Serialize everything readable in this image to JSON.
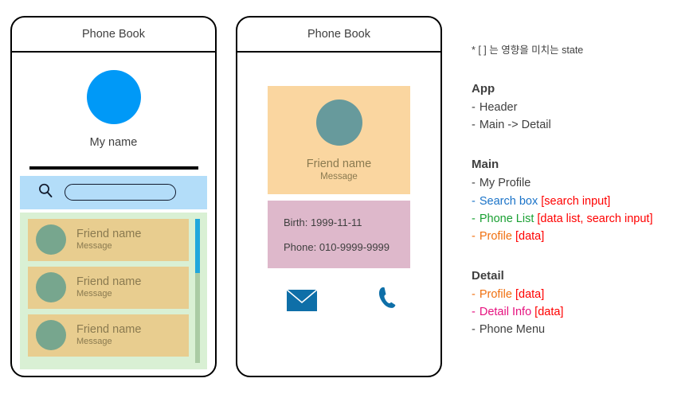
{
  "phones": {
    "main": {
      "header_title": "Phone Book",
      "my_profile": {
        "avatar_icon": "user-avatar-circle",
        "name": "My name"
      },
      "search": {
        "icon": "search-icon",
        "value": "",
        "placeholder": ""
      },
      "contacts": [
        {
          "avatar_icon": "contact-avatar-circle",
          "name": "Friend name",
          "message": "Message"
        },
        {
          "avatar_icon": "contact-avatar-circle",
          "name": "Friend name",
          "message": "Message"
        },
        {
          "avatar_icon": "contact-avatar-circle",
          "name": "Friend name",
          "message": "Message"
        }
      ],
      "scroll_thumb_percent": 38
    },
    "detail": {
      "header_title": "Phone Book",
      "profile": {
        "avatar_icon": "contact-avatar-circle",
        "name": "Friend name",
        "message": "Message"
      },
      "info": {
        "birth": "Birth: 1999-11-11",
        "phone": "Phone: 010-9999-9999"
      },
      "menu": [
        {
          "icon": "mail-icon"
        },
        {
          "icon": "phone-icon"
        }
      ]
    }
  },
  "notes": {
    "legend": "* [ ] 는 영향을 미치는 state",
    "sections": [
      {
        "title": "App",
        "items": [
          {
            "dash": "-",
            "label": "Header",
            "state": "",
            "color": "#3f3f3f"
          },
          {
            "dash": "-",
            "label": "Main -> Detail",
            "state": "",
            "color": "#3f3f3f"
          }
        ]
      },
      {
        "title": "Main",
        "items": [
          {
            "dash": "-",
            "label": "My Profile",
            "state": "",
            "color": "#3f3f3f"
          },
          {
            "dash": "-",
            "label": "Search box",
            "state": "[search input]",
            "color": "#1a73c8"
          },
          {
            "dash": "-",
            "label": "Phone List",
            "state": "[data list, search input]",
            "color": "#1aa033"
          },
          {
            "dash": "-",
            "label": "Profile",
            "state": "[data]",
            "color": "#f07010"
          }
        ]
      },
      {
        "title": "Detail",
        "items": [
          {
            "dash": "-",
            "label": "Profile",
            "state": "[data]",
            "color": "#f07010"
          },
          {
            "dash": "-",
            "label": "Detail Info",
            "state": "[data]",
            "color": "#e6127f"
          },
          {
            "dash": "-",
            "label": "Phone Menu",
            "state": "",
            "color": "#3f3f3f"
          }
        ]
      }
    ]
  },
  "colors": {
    "my_avatar": "#0099f7",
    "search_bar_bg": "#b3ddf9",
    "phone_list_bg": "#d9f0d4",
    "contact_card_bg": "#e8cd8f",
    "contact_avatar": "#77a68e",
    "scroll_track": "#aacba4",
    "scroll_thumb": "#20a7dc",
    "detail_profile_bg": "#fad6a0",
    "detail_avatar": "#679a9c",
    "detail_info_bg": "#deb8cb",
    "menu_icon": "#0e6fa8",
    "state_text": "#ff0000"
  }
}
